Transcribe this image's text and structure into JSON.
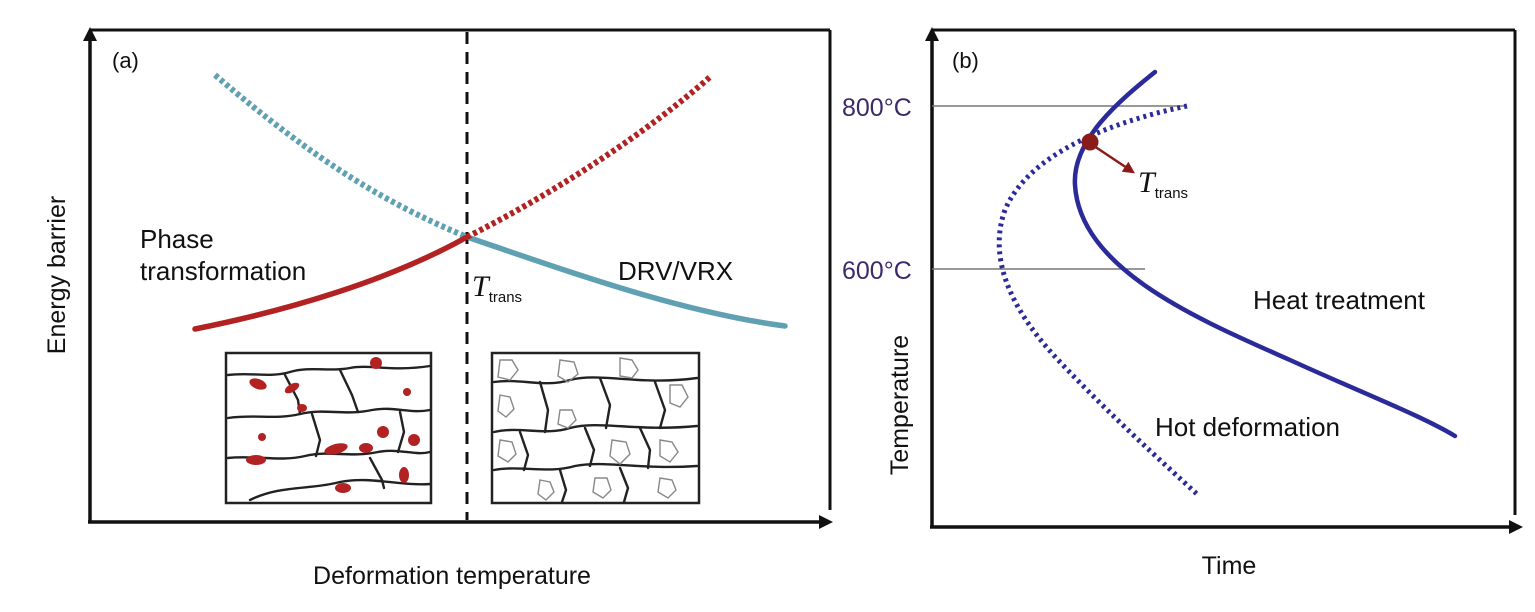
{
  "panel_a": {
    "tag": "(a)",
    "x_axis_label": "Deformation temperature",
    "y_axis_label": "Energy barrier",
    "label_phase_line1": "Phase",
    "label_phase_line2": "transformation",
    "label_drv": "DRV/VRX",
    "t_symbol": "T",
    "t_subscript": "trans",
    "colors": {
      "phase": "#b22222",
      "drv": "#5fa0b3"
    }
  },
  "panel_b": {
    "tag": "(b)",
    "x_axis_label": "Time",
    "y_axis_label": "Temperature",
    "temp_high": "800°C",
    "temp_low": "600°C",
    "label_heat": "Heat treatment",
    "label_hot": "Hot deformation",
    "t_symbol": "T",
    "t_subscript": "trans",
    "colors": {
      "curves": "#2a2a9a",
      "marker": "#8b1a1a"
    }
  }
}
